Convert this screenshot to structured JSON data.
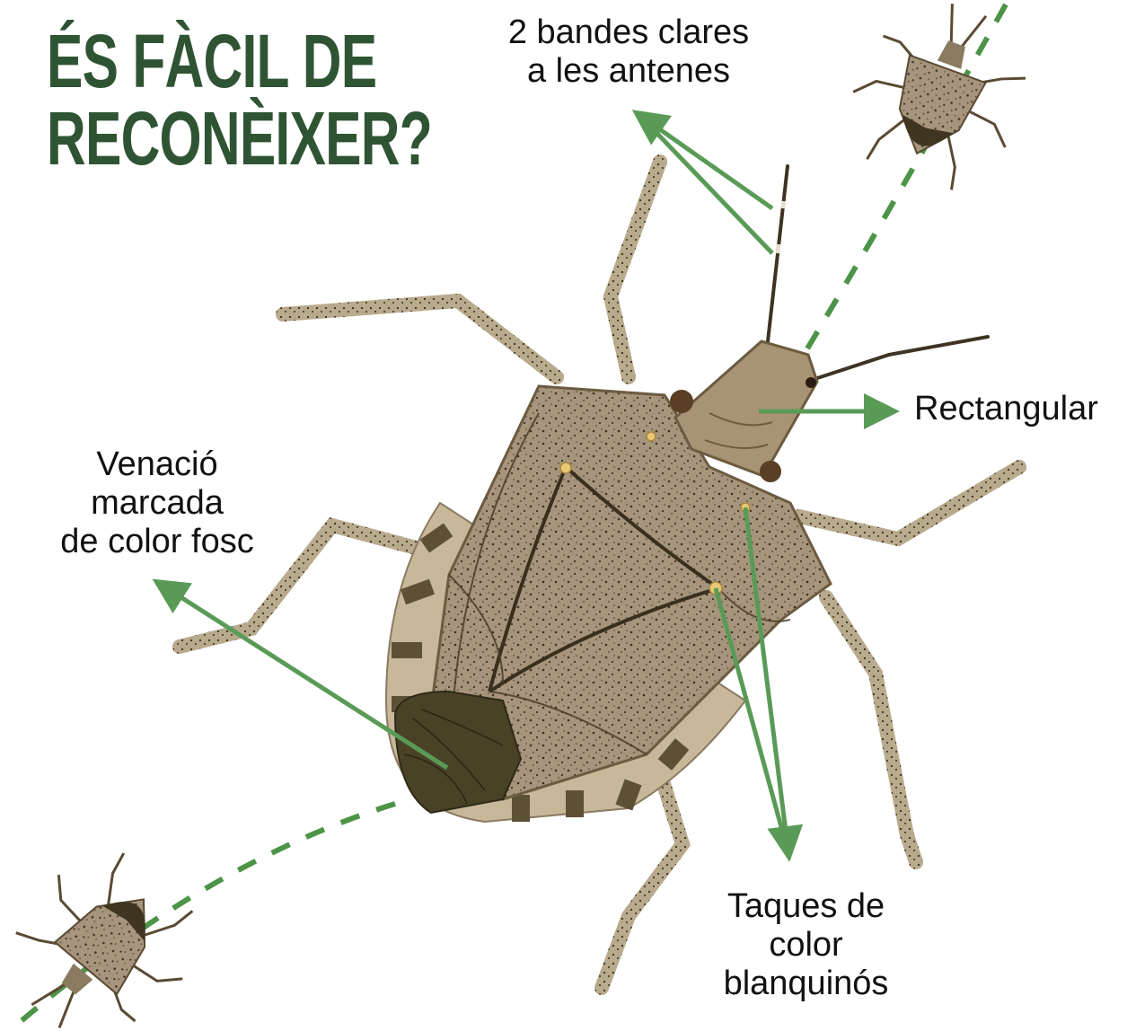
{
  "title": {
    "line1": "ÉS FÀCIL DE",
    "line2": "RECONÈIXER?"
  },
  "labels": {
    "antennae": [
      "2 bandes clares",
      "a les antenes"
    ],
    "head": [
      "Rectangular"
    ],
    "venation": [
      "Venació",
      "marcada",
      "de color fosc"
    ],
    "spots": [
      "Taques de",
      "color",
      "blanquinós"
    ]
  },
  "colors": {
    "title": "#2f5433",
    "arrow": "#5a9a57",
    "path": "#4c9447",
    "bug_body": "#a08e76",
    "bug_dark": "#4a3f26",
    "spot": "#e8c873"
  }
}
